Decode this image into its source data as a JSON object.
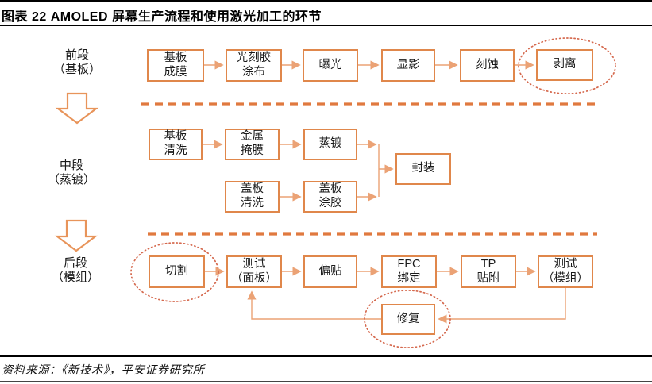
{
  "header": {
    "title": "图表 22   AMOLED 屏幕生产流程和使用激光加工的环节"
  },
  "footer": {
    "source": "资料来源：《新技术》，平安证券研究所"
  },
  "colors": {
    "box_border": "#e0874b",
    "connector": "#eba275",
    "dashed_separator": "#e0793f",
    "laser_ellipse": "#d5694e"
  },
  "stages": [
    {
      "id": "front",
      "label": "前段\n（基板）"
    },
    {
      "id": "middle",
      "label": "中段\n（蒸镀）"
    },
    {
      "id": "back",
      "label": "后段\n（模组）"
    }
  ],
  "flow": {
    "front": {
      "steps": [
        "基板\n成膜",
        "光刻胶\n涂布",
        "曝光",
        "显影",
        "刻蚀",
        "剥离"
      ],
      "laser_circled": [
        "剥离"
      ]
    },
    "middle": {
      "row1": [
        "基板\n清洗",
        "金属\n掩膜",
        "蒸镀"
      ],
      "row2": [
        "盖板\n清洗",
        "盖板\n涂胶"
      ],
      "merge": "封装"
    },
    "back": {
      "steps": [
        "切割",
        "测试\n（面板）",
        "偏贴",
        "FPC\n绑定",
        "TP\n贴附",
        "测试\n（模组）"
      ],
      "repair": "修复",
      "laser_circled": [
        "切割",
        "修复"
      ]
    }
  }
}
